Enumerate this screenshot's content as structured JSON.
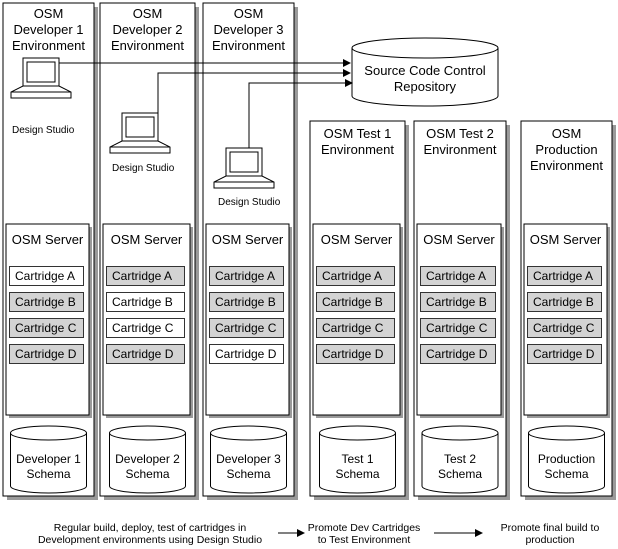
{
  "environments": [
    {
      "title_line1": "OSM",
      "title_line2": "Developer 1",
      "title_line3": "Environment",
      "server": "OSM Server",
      "cartridges": [
        {
          "label": "Cartridge A",
          "highlighted": false
        },
        {
          "label": "Cartridge B",
          "highlighted": true
        },
        {
          "label": "Cartridge C",
          "highlighted": true
        },
        {
          "label": "Cartridge D",
          "highlighted": true
        }
      ],
      "schema_line1": "Developer 1",
      "schema_line2": "Schema",
      "design_studio": "Design Studio"
    },
    {
      "title_line1": "OSM",
      "title_line2": "Developer 2",
      "title_line3": "Environment",
      "server": "OSM Server",
      "cartridges": [
        {
          "label": "Cartridge A",
          "highlighted": true
        },
        {
          "label": "Cartridge B",
          "highlighted": false
        },
        {
          "label": "Cartridge C",
          "highlighted": false
        },
        {
          "label": "Cartridge D",
          "highlighted": true
        }
      ],
      "schema_line1": "Developer 2",
      "schema_line2": "Schema",
      "design_studio": "Design Studio"
    },
    {
      "title_line1": "OSM",
      "title_line2": "Developer 3",
      "title_line3": "Environment",
      "server": "OSM Server",
      "cartridges": [
        {
          "label": "Cartridge A",
          "highlighted": true
        },
        {
          "label": "Cartridge B",
          "highlighted": true
        },
        {
          "label": "Cartridge C",
          "highlighted": true
        },
        {
          "label": "Cartridge D",
          "highlighted": false
        }
      ],
      "schema_line1": "Developer 3",
      "schema_line2": "Schema",
      "design_studio": "Design Studio"
    },
    {
      "title_line1": "OSM Test 1",
      "title_line2": "Environment",
      "title_line3": "",
      "server": "OSM Server",
      "cartridges": [
        {
          "label": "Cartridge A",
          "highlighted": true
        },
        {
          "label": "Cartridge B",
          "highlighted": true
        },
        {
          "label": "Cartridge C",
          "highlighted": true
        },
        {
          "label": "Cartridge D",
          "highlighted": true
        }
      ],
      "schema_line1": "Test 1",
      "schema_line2": "Schema"
    },
    {
      "title_line1": "OSM Test 2",
      "title_line2": "Environment",
      "title_line3": "",
      "server": "OSM Server",
      "cartridges": [
        {
          "label": "Cartridge A",
          "highlighted": true
        },
        {
          "label": "Cartridge B",
          "highlighted": true
        },
        {
          "label": "Cartridge C",
          "highlighted": true
        },
        {
          "label": "Cartridge D",
          "highlighted": true
        }
      ],
      "schema_line1": "Test 2",
      "schema_line2": "Schema"
    },
    {
      "title_line1": "OSM",
      "title_line2": "Production",
      "title_line3": "Environment",
      "server": "OSM Server",
      "cartridges": [
        {
          "label": "Cartridge A",
          "highlighted": true
        },
        {
          "label": "Cartridge B",
          "highlighted": true
        },
        {
          "label": "Cartridge C",
          "highlighted": true
        },
        {
          "label": "Cartridge D",
          "highlighted": true
        }
      ],
      "schema_line1": "Production",
      "schema_line2": "Schema"
    }
  ],
  "repository": {
    "line1": "Source Code Control",
    "line2": "Repository"
  },
  "footer": {
    "step1_line1": "Regular build, deploy, test of cartridges in",
    "step1_line2": "Development environments using Design Studio",
    "step2_line1": "Promote Dev Cartridges",
    "step2_line2": "to Test Environment",
    "step3_line1": "Promote final build to",
    "step3_line2": "production"
  },
  "colors": {
    "highlight": "#d3d3d3",
    "shadow": "#9a9a9a",
    "border": "#000000"
  }
}
